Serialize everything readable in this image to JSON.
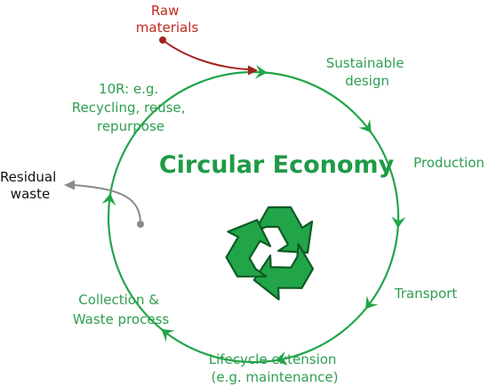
{
  "title": "Circular Economy",
  "input_label": [
    "Raw",
    "materials"
  ],
  "output_label": [
    "Residual",
    "waste"
  ],
  "stages": {
    "sustainable_design": [
      "Sustainable",
      "design"
    ],
    "production": [
      "Production"
    ],
    "transport": [
      "Transport"
    ],
    "lifecycle_extension": [
      "Lifecycle extension",
      "(e.g. maintenance)"
    ],
    "collection": [
      "Collection &",
      "Waste process"
    ],
    "recovery": [
      "10R: e.g.",
      "Recycling, reuse,",
      "repurpose"
    ]
  },
  "colors": {
    "cycle": "#21a548",
    "text_green": "#2e9e50",
    "title": "#1f9a46",
    "input_arrow": "#a3221b",
    "input_text": "#c0281e",
    "output_arrow": "#8a8a8a",
    "output_text": "#111111",
    "recycle_fill": "#21a548",
    "recycle_stroke": "#0e5a24"
  },
  "icons": {
    "center": "recycle-icon"
  }
}
